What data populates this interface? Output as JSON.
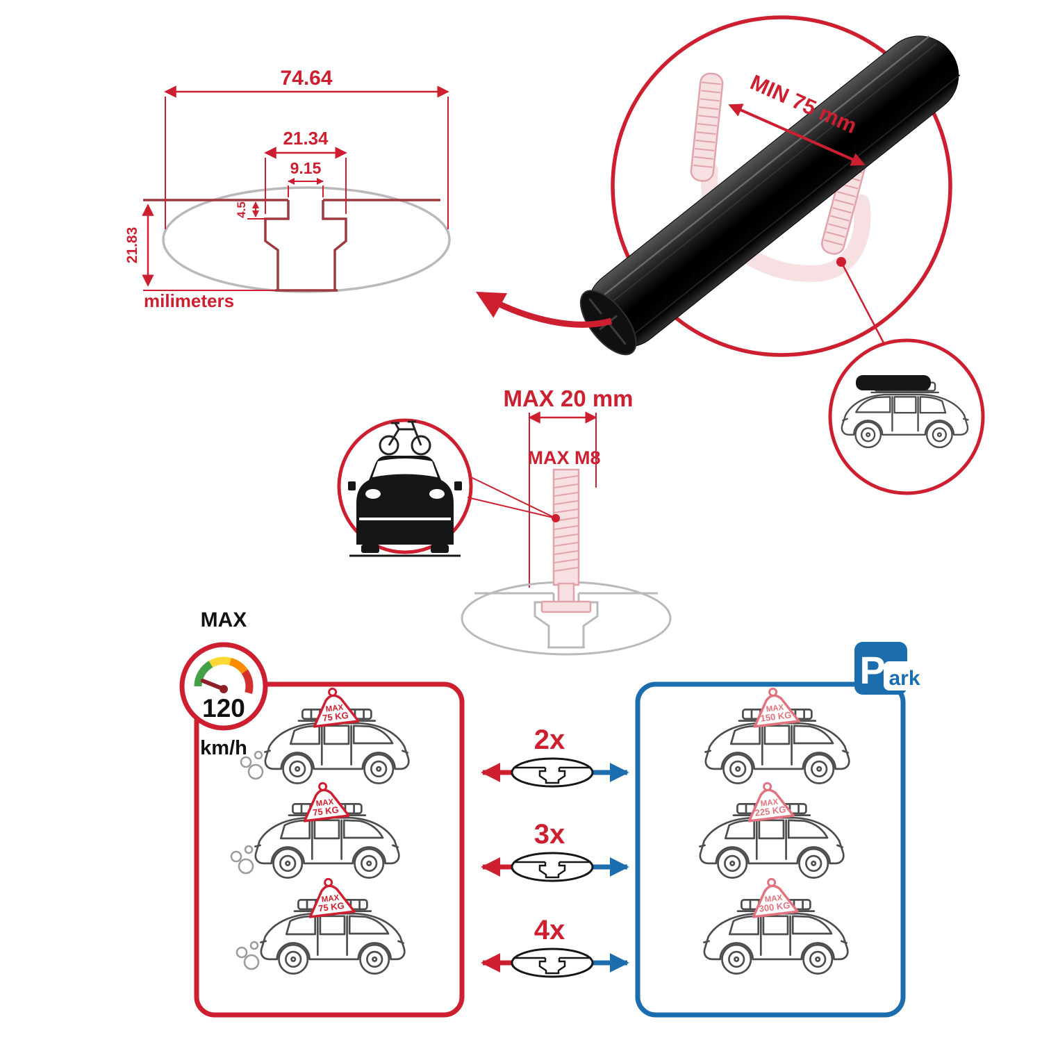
{
  "colors": {
    "red": "#ce1f30",
    "blue": "#1b6dad",
    "maroon": "#9d3a40",
    "gray": "#b9b9b9",
    "pink_fill": "#f6e0e2",
    "pink_line": "#dfa3a9",
    "pink_strong": "#e2737e",
    "dark": "#161616",
    "gauge_green": "#43a047",
    "gauge_yellow": "#fdd835",
    "gauge_orange": "#fb8c00",
    "gauge_red": "#d32f2f",
    "needle": "#8e1f28"
  },
  "profile_diagram": {
    "width_total": "74.64",
    "cavity_width": "21.34",
    "opening_width": "9.15",
    "lip_depth": "4.5",
    "height_total": "21.83",
    "units_label": "milimeters"
  },
  "crossbar_detail": {
    "min_clamp_label": "MIN 75 mm"
  },
  "bolt_detail": {
    "max_width_label": "MAX 20 mm",
    "max_bolt_label": "MAX M8"
  },
  "speed_limit": {
    "heading": "MAX",
    "value": "120",
    "units": "km/h"
  },
  "park_sign": {
    "letter": "P",
    "suffix": "ark"
  },
  "load_rows": [
    {
      "bars": "2x",
      "moving_max": "MAX",
      "moving_load": "75 KG",
      "parked_max": "MAX",
      "parked_load": "150 KG"
    },
    {
      "bars": "3x",
      "moving_max": "MAX",
      "moving_load": "75 KG",
      "parked_max": "MAX",
      "parked_load": "225 KG"
    },
    {
      "bars": "4x",
      "moving_max": "MAX",
      "moving_load": "75 KG",
      "parked_max": "MAX",
      "parked_load": "300 KG"
    }
  ]
}
